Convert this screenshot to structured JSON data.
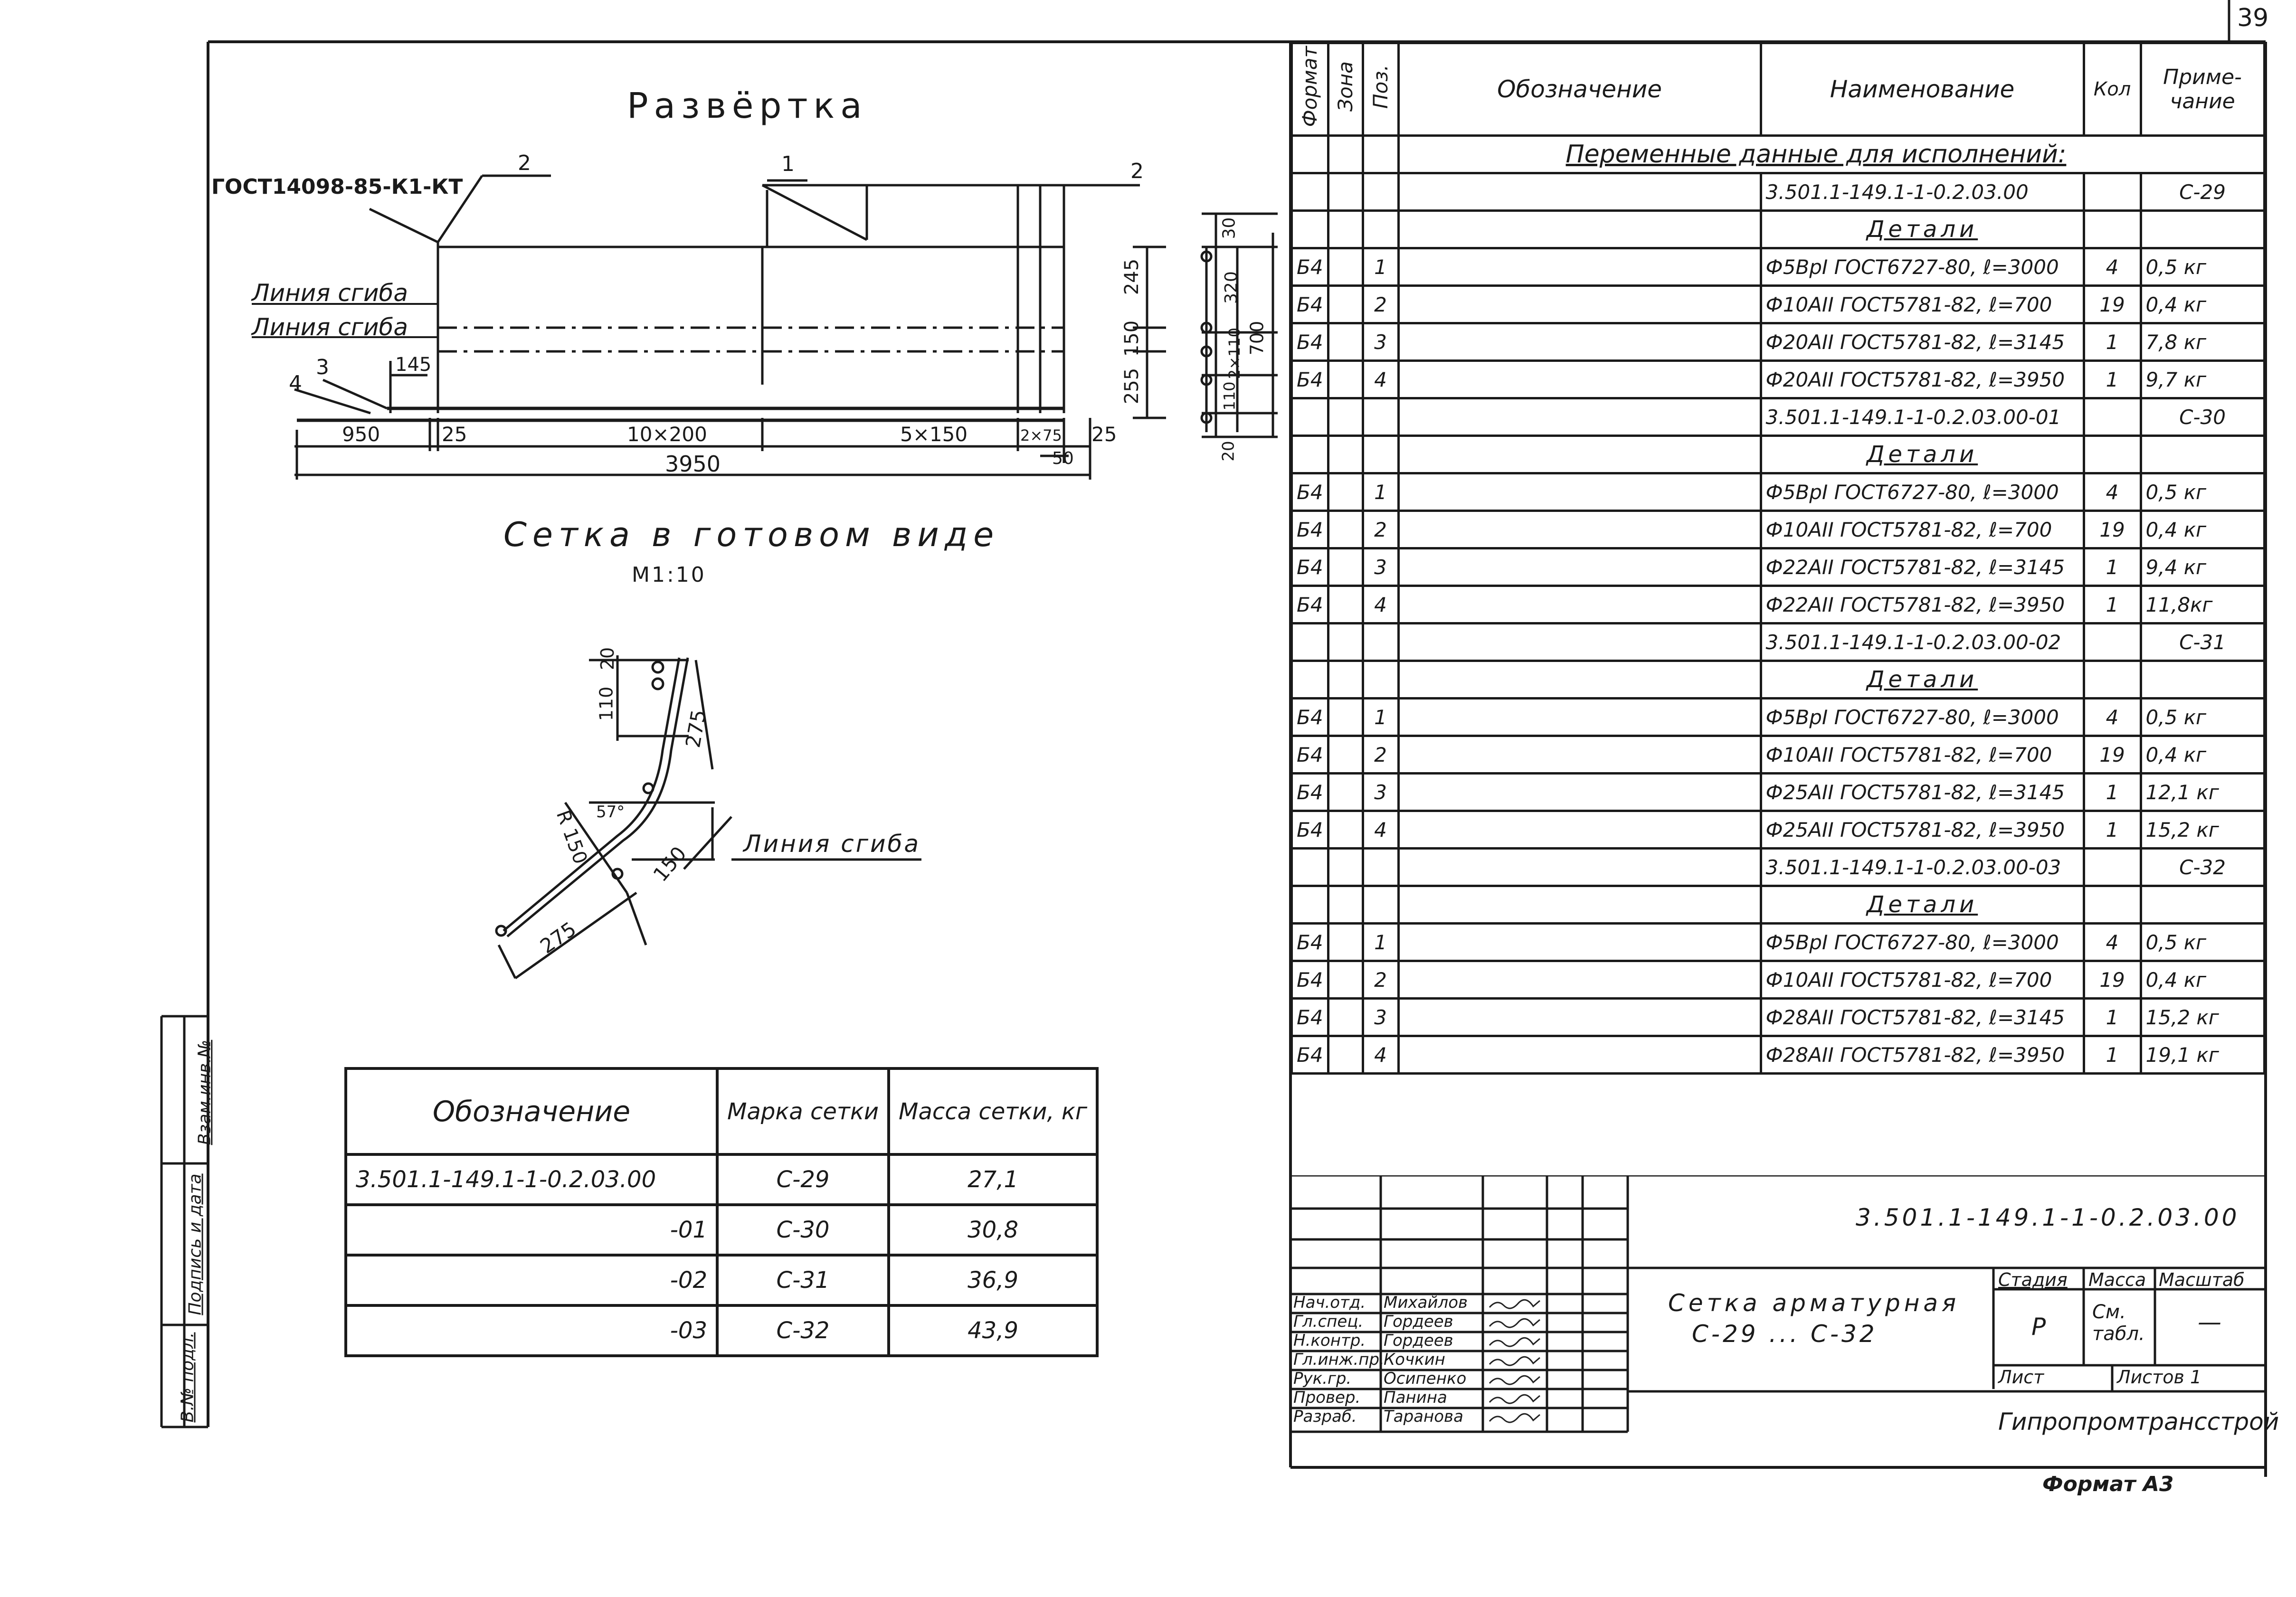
{
  "sheet_number": "39",
  "format_label": "Формат А3",
  "unfold": {
    "title": "Развёртка",
    "gost_label": "ГОСТ14098-85-К1-КТ",
    "callout_2_left": "2",
    "callout_1": "1",
    "callout_2_right": "2",
    "callout_3": "3",
    "callout_4": "4",
    "bend_line_1": "Линия сгиба",
    "bend_line_2": "Линия сгиба",
    "dim_145": "145",
    "dim_950": "950",
    "dim_25_left": "25",
    "dim_10x200": "10×200",
    "dim_5x150": "5×150",
    "dim_2x75": "2×75",
    "dim_25_right": "25",
    "dim_50": "50",
    "dim_3950": "3950",
    "dim_245": "245",
    "dim_150": "150",
    "dim_255": "255"
  },
  "side_section": {
    "dim_30": "30",
    "dim_320": "320",
    "dim_2x110": "2×110",
    "dim_110": "110",
    "dim_20": "20",
    "dim_700": "700"
  },
  "finished": {
    "title": "Сетка в готовом виде",
    "scale": "М1:10",
    "dim_20": "20",
    "dim_110": "110",
    "dim_275_top": "275",
    "dim_57": "57°",
    "dim_r150": "R 150",
    "dim_150": "150",
    "dim_275_bottom": "275",
    "bend_line": "Линия сгиба"
  },
  "stamp_left": {
    "inv_replace": "Взам.инв.№",
    "sign_date": "Подпись и дата",
    "inv_orig": "В.№ подл."
  },
  "mass_table": {
    "headers": [
      "Обозначение",
      "Марка сетки",
      "Масса сетки, кг"
    ],
    "rows": [
      [
        "3.501.1-149.1-1-0.2.03.00",
        "С-29",
        "27,1"
      ],
      [
        "-01",
        "С-30",
        "30,8"
      ],
      [
        "-02",
        "С-31",
        "36,9"
      ],
      [
        "-03",
        "С-32",
        "43,9"
      ]
    ]
  },
  "spec": {
    "headers": [
      "Формат",
      "Зона",
      "Поз.",
      "Обозначение",
      "Наименование",
      "Кол",
      "Приме-чание"
    ],
    "variable_data_title": "Переменные данные для исполнений:",
    "groups": [
      {
        "designation": "3.501.1-149.1-1-0.2.03.00",
        "note": "С-29",
        "section": "Детали",
        "items": [
          [
            "Б4",
            "1",
            "Ф5ВрI ГОСТ6727-80, ℓ=3000",
            "4",
            "0,5 кг"
          ],
          [
            "Б4",
            "2",
            "Ф10АII ГОСТ5781-82, ℓ=700",
            "19",
            "0,4 кг"
          ],
          [
            "Б4",
            "3",
            "Ф20АII ГОСТ5781-82, ℓ=3145",
            "1",
            "7,8 кг"
          ],
          [
            "Б4",
            "4",
            "Ф20АII ГОСТ5781-82, ℓ=3950",
            "1",
            "9,7 кг"
          ]
        ]
      },
      {
        "designation": "3.501.1-149.1-1-0.2.03.00-01",
        "note": "С-30",
        "section": "Детали",
        "items": [
          [
            "Б4",
            "1",
            "Ф5ВрI ГОСТ6727-80, ℓ=3000",
            "4",
            "0,5 кг"
          ],
          [
            "Б4",
            "2",
            "Ф10АII ГОСТ5781-82, ℓ=700",
            "19",
            "0,4 кг"
          ],
          [
            "Б4",
            "3",
            "Ф22АII ГОСТ5781-82, ℓ=3145",
            "1",
            "9,4 кг"
          ],
          [
            "Б4",
            "4",
            "Ф22АII ГОСТ5781-82, ℓ=3950",
            "1",
            "11,8кг"
          ]
        ]
      },
      {
        "designation": "3.501.1-149.1-1-0.2.03.00-02",
        "note": "С-31",
        "section": "Детали",
        "items": [
          [
            "Б4",
            "1",
            "Ф5ВрI ГОСТ6727-80, ℓ=3000",
            "4",
            "0,5 кг"
          ],
          [
            "Б4",
            "2",
            "Ф10АII ГОСТ5781-82, ℓ=700",
            "19",
            "0,4 кг"
          ],
          [
            "Б4",
            "3",
            "Ф25АII ГОСТ5781-82, ℓ=3145",
            "1",
            "12,1 кг"
          ],
          [
            "Б4",
            "4",
            "Ф25АII ГОСТ5781-82, ℓ=3950",
            "1",
            "15,2 кг"
          ]
        ]
      },
      {
        "designation": "3.501.1-149.1-1-0.2.03.00-03",
        "note": "С-32",
        "section": "Детали",
        "items": [
          [
            "Б4",
            "1",
            "Ф5ВрI ГОСТ6727-80, ℓ=3000",
            "4",
            "0,5 кг"
          ],
          [
            "Б4",
            "2",
            "Ф10АII ГОСТ5781-82, ℓ=700",
            "19",
            "0,4 кг"
          ],
          [
            "Б4",
            "3",
            "Ф28АII ГОСТ5781-82, ℓ=3145",
            "1",
            "15,2 кг"
          ],
          [
            "Б4",
            "4",
            "Ф28АII ГОСТ5781-82, ℓ=3950",
            "1",
            "19,1 кг"
          ]
        ]
      }
    ]
  },
  "title_block": {
    "doc_code": "3.501.1-149.1-1-0.2.03.00",
    "name_line1": "Сетка арматурная",
    "name_line2": "С-29 ... С-32",
    "stage_label": "Стадия",
    "mass_label": "Масса",
    "scale_label": "Масштаб",
    "stage_value": "Р",
    "mass_value": "См. табл.",
    "scale_value": "—",
    "sheet_label": "Лист",
    "sheets_label": "Листов 1",
    "organization": "Гипропромтрансстрой",
    "people": [
      [
        "Нач.отд.",
        "Михайлов"
      ],
      [
        "Гл.спец.",
        "Гордеев"
      ],
      [
        "Н.контр.",
        "Гордеев"
      ],
      [
        "Гл.инж.пр.",
        "Кочкин"
      ],
      [
        "Рук.гр.",
        "Осипенко"
      ],
      [
        "Провер.",
        "Панина"
      ],
      [
        "Разраб.",
        "Таранова"
      ]
    ]
  }
}
